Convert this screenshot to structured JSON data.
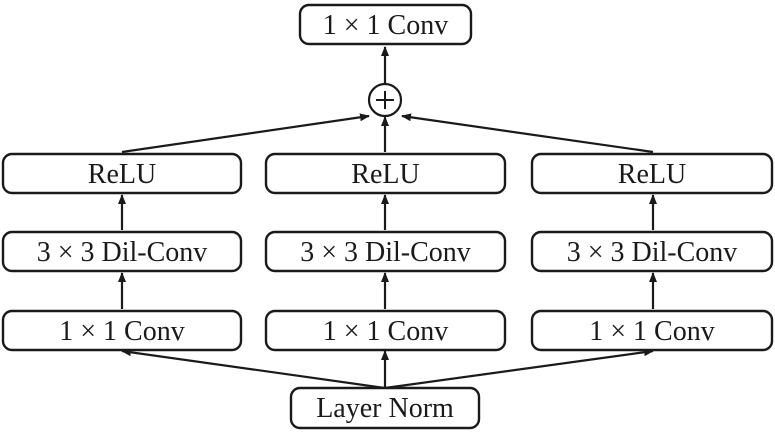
{
  "top": {
    "label": "1 × 1 Conv"
  },
  "merge": {
    "symbol": "+"
  },
  "branches": [
    {
      "relu": "ReLU",
      "dilconv": "3 × 3 Dil-Conv",
      "conv": "1 × 1 Conv"
    },
    {
      "relu": "ReLU",
      "dilconv": "3 × 3 Dil-Conv",
      "conv": "1 × 1 Conv"
    },
    {
      "relu": "ReLU",
      "dilconv": "3 × 3 Dil-Conv",
      "conv": "1 × 1 Conv"
    }
  ],
  "input": {
    "label": "Layer Norm"
  },
  "colors": {
    "stroke": "#1a1a1a",
    "fill": "#ffffff"
  }
}
